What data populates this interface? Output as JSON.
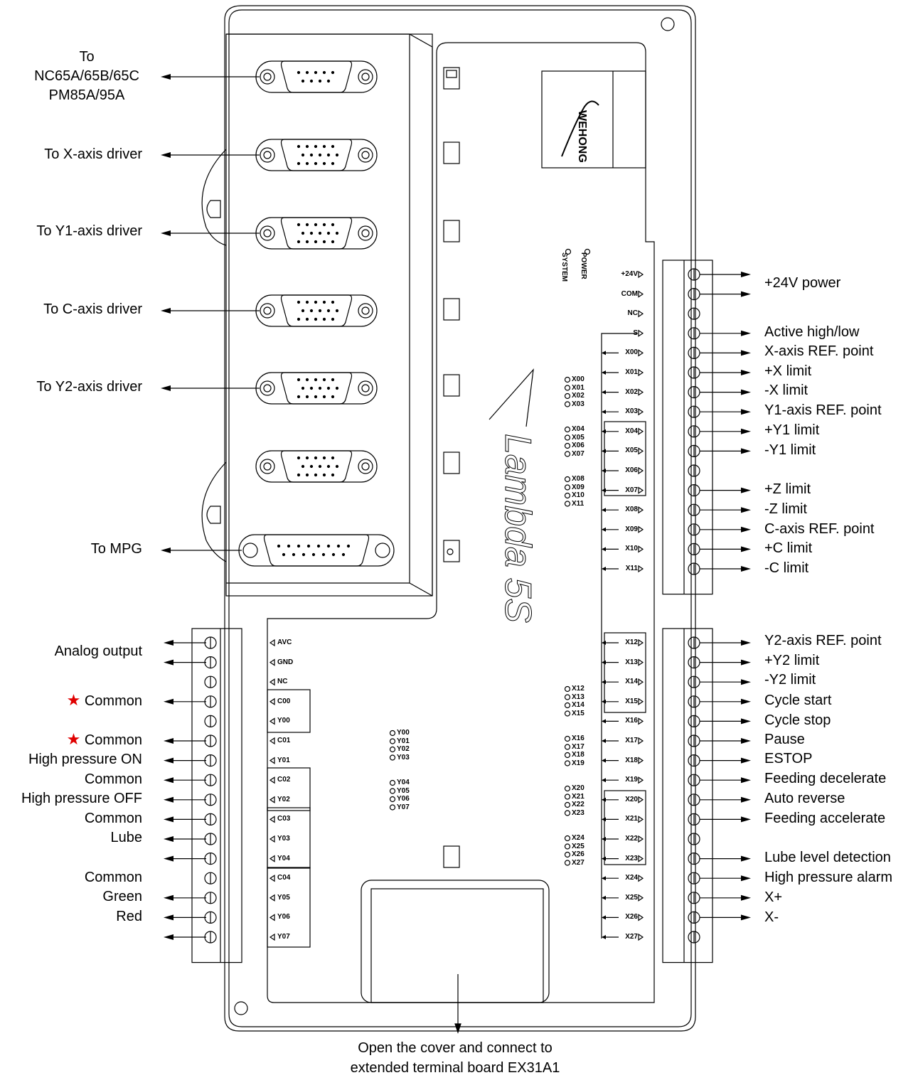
{
  "brand": {
    "logo_text": "WEHONG",
    "model_text": "Lambda 5S"
  },
  "led_labels": {
    "power": "POWER",
    "system": "SYSTEM"
  },
  "left_labels": {
    "to_nc65": [
      "To",
      "NC65A/65B/65C",
      "PM85A/95A"
    ],
    "to_x": "To X-axis driver",
    "to_y1": "To Y1-axis driver",
    "to_c": "To C-axis driver",
    "to_y2": "To Y2-axis driver",
    "to_mpg": "To MPG"
  },
  "left_terminal_labels": [
    {
      "text": "Analog output",
      "star": false
    },
    {
      "text": "Common",
      "star": true
    },
    {
      "text": "Common",
      "star": true
    },
    {
      "text": "High pressure ON",
      "star": false
    },
    {
      "text": "Common",
      "star": false
    },
    {
      "text": "High pressure OFF",
      "star": false
    },
    {
      "text": "Common",
      "star": false
    },
    {
      "text": "Lube",
      "star": false
    },
    {
      "text": "Common",
      "star": false
    },
    {
      "text": "Green",
      "star": false
    },
    {
      "text": "Red",
      "star": false
    }
  ],
  "right_top_labels": [
    "+24V power",
    "Active high/low",
    "X-axis REF. point",
    "+X limit",
    "-X limit",
    "Y1-axis REF. point",
    "+Y1 limit",
    "-Y1 limit",
    "+Z limit",
    "-Z limit",
    "C-axis REF. point",
    "+C limit",
    "-C limit"
  ],
  "right_bottom_labels": [
    "Y2-axis REF. point",
    "+Y2 limit",
    "-Y2 limit",
    "Cycle start",
    "Cycle stop",
    "Pause",
    "ESTOP",
    "Feeding decelerate",
    "Auto reverse",
    "Feeding accelerate",
    "Lube level detection",
    "High pressure alarm",
    "X+",
    "X-"
  ],
  "top_pins": [
    "+24V",
    "COM",
    "NC",
    "S",
    "X00",
    "X01",
    "X02",
    "X03",
    "X04",
    "X05",
    "X06",
    "X07",
    "X08",
    "X09",
    "X10",
    "X11"
  ],
  "bottom_pins": [
    "X12",
    "X13",
    "X14",
    "X15",
    "X16",
    "X17",
    "X18",
    "X19",
    "X20",
    "X21",
    "X22",
    "X23",
    "X24",
    "X25",
    "X26",
    "X27"
  ],
  "left_pins": [
    "AVC",
    "GND",
    "NC",
    "C00",
    "Y00",
    "C01",
    "Y01",
    "C02",
    "Y02",
    "C03",
    "Y03",
    "Y04",
    "C04",
    "Y05",
    "Y06",
    "Y07"
  ],
  "x_leds_top": [
    "X00",
    "X01",
    "X02",
    "X03",
    "X04",
    "X05",
    "X06",
    "X07",
    "X08",
    "X09",
    "X10",
    "X11"
  ],
  "x_leds_bottom": [
    "X12",
    "X13",
    "X14",
    "X15",
    "X16",
    "X17",
    "X18",
    "X19",
    "X20",
    "X21",
    "X22",
    "X23",
    "X24",
    "X25",
    "X26",
    "X27"
  ],
  "y_leds": [
    "Y00",
    "Y01",
    "Y02",
    "Y03",
    "Y04",
    "Y05",
    "Y06",
    "Y07"
  ],
  "bottom_note": [
    "Open the cover and connect to",
    "extended terminal board EX31A1"
  ],
  "colors": {
    "line": "#000000",
    "star": "#e00000"
  }
}
